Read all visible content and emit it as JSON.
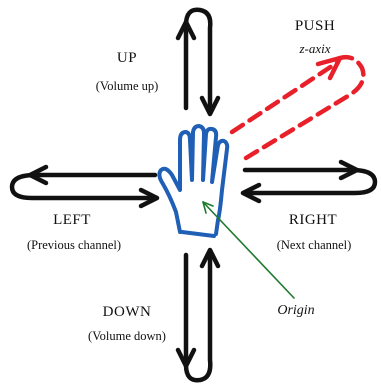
{
  "gestures": {
    "up": {
      "name": "UP",
      "action": "(Volume up)"
    },
    "down": {
      "name": "DOWN",
      "action": "(Volume down)"
    },
    "left": {
      "name": "LEFT",
      "action": "(Previous channel)"
    },
    "right": {
      "name": "RIGHT",
      "action": "(Next channel)"
    },
    "push": {
      "name": "PUSH",
      "axis": "z-axix"
    }
  },
  "origin_label": "Origin",
  "colors": {
    "arrows": "#111111",
    "push_arrow": "#e8202a",
    "hand": "#1f5fb5",
    "origin_pointer": "#1f7a2e"
  },
  "icons": [
    "hand-icon"
  ]
}
